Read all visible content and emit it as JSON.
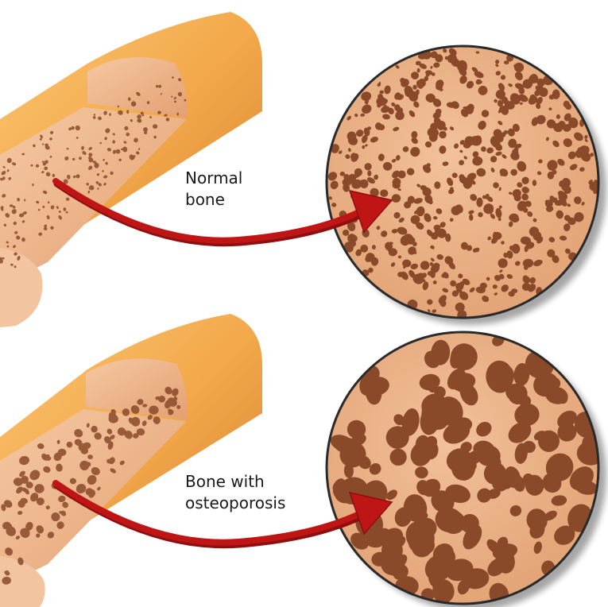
{
  "labels": {
    "normal": {
      "line1": "Normal",
      "line2": "bone"
    },
    "osteoporosis": {
      "line1": "Bone with",
      "line2": "osteoporosis"
    }
  },
  "colors": {
    "bone_shaft_light": "#f6b256",
    "bone_shaft_dark": "#d9822e",
    "bone_tissue": "#e8a77a",
    "bone_tissue_light": "#f3c4a0",
    "pore": "#8a4a2a",
    "arrow": "#c01515",
    "circle_border": "#2a2a2a",
    "text": "#1a1a1a"
  },
  "icons": {
    "bone_normal": "bone-cross-section-normal-icon",
    "bone_osteo": "bone-cross-section-osteoporosis-icon",
    "arrow": "curved-arrow-icon",
    "magnifier": "magnified-circle-icon"
  }
}
